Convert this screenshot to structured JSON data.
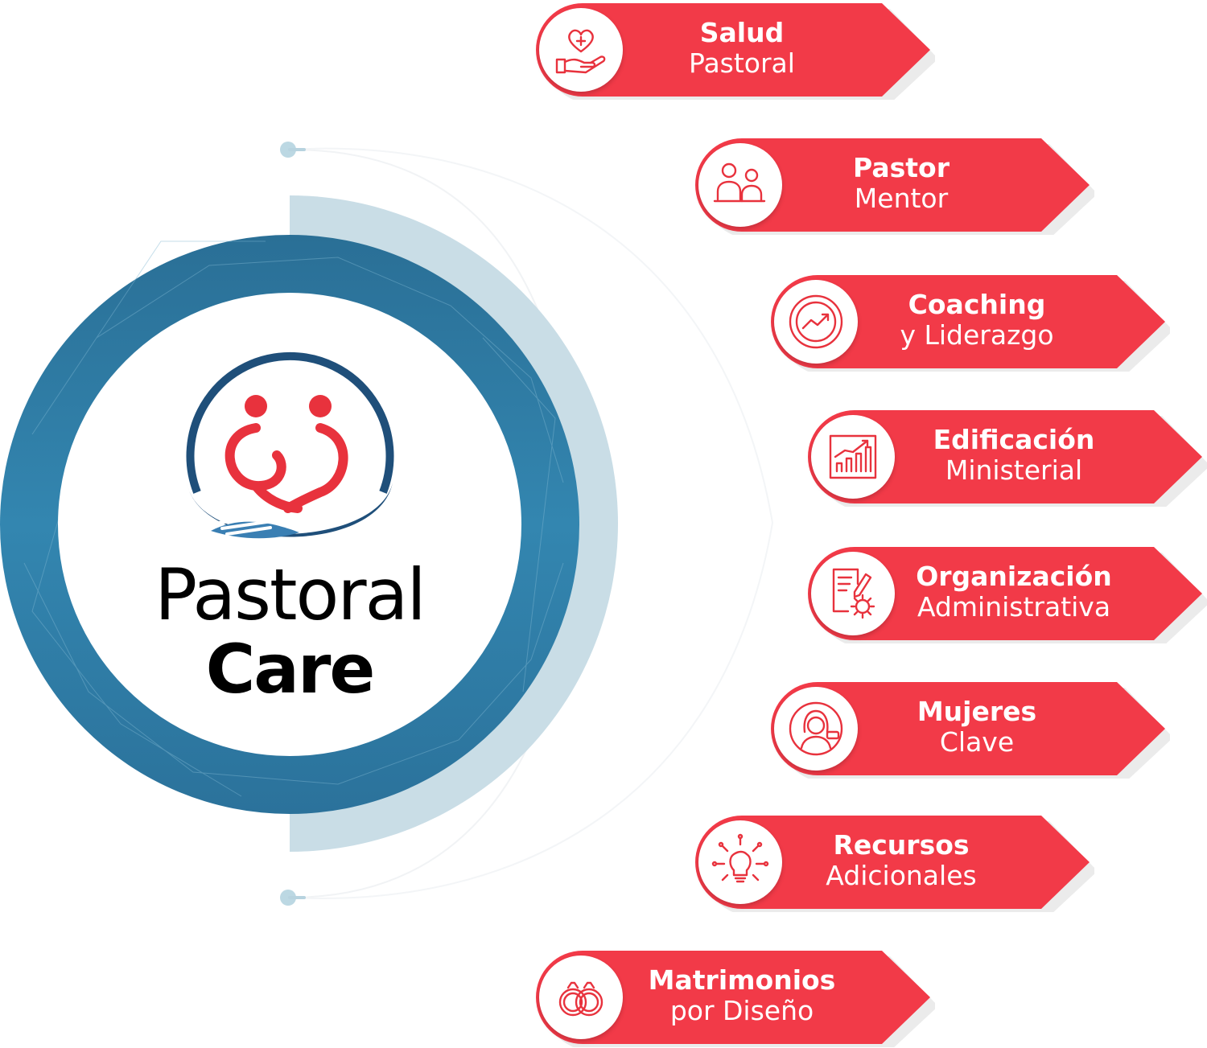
{
  "colors": {
    "accent_red": "#f23a48",
    "ring_blue": "#2c7ba4",
    "ring_light": "#c9dde6",
    "logo_red": "#e8323d",
    "logo_navy": "#1f4f7a"
  },
  "logo": {
    "line1": "Pastoral",
    "line2": "Care"
  },
  "items": [
    {
      "title": "Salud",
      "subtitle": "Pastoral",
      "icon": "heart-hand-icon"
    },
    {
      "title": "Pastor",
      "subtitle": "Mentor",
      "icon": "mentor-people-icon"
    },
    {
      "title": "Coaching",
      "subtitle": "y Liderazgo",
      "icon": "growth-arrow-icon"
    },
    {
      "title": "Edificación",
      "subtitle": "Ministerial",
      "icon": "bar-chart-icon"
    },
    {
      "title": "Organización",
      "subtitle": "Administrativa",
      "icon": "document-gear-icon"
    },
    {
      "title": "Mujeres",
      "subtitle": "Clave",
      "icon": "woman-icon"
    },
    {
      "title": "Recursos",
      "subtitle": "Adicionales",
      "icon": "lightbulb-icon"
    },
    {
      "title": "Matrimonios",
      "subtitle": "por Diseño",
      "icon": "wedding-rings-icon"
    }
  ]
}
